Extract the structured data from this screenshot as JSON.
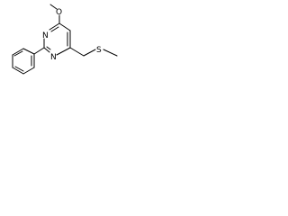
{
  "molecule": {
    "atoms": {
      "oxygen": "O",
      "nitrogen_top": "N",
      "nitrogen_bottom": "N",
      "sulfur": "S"
    }
  },
  "colors": {
    "line": "#000000",
    "background": "#ffffff"
  }
}
